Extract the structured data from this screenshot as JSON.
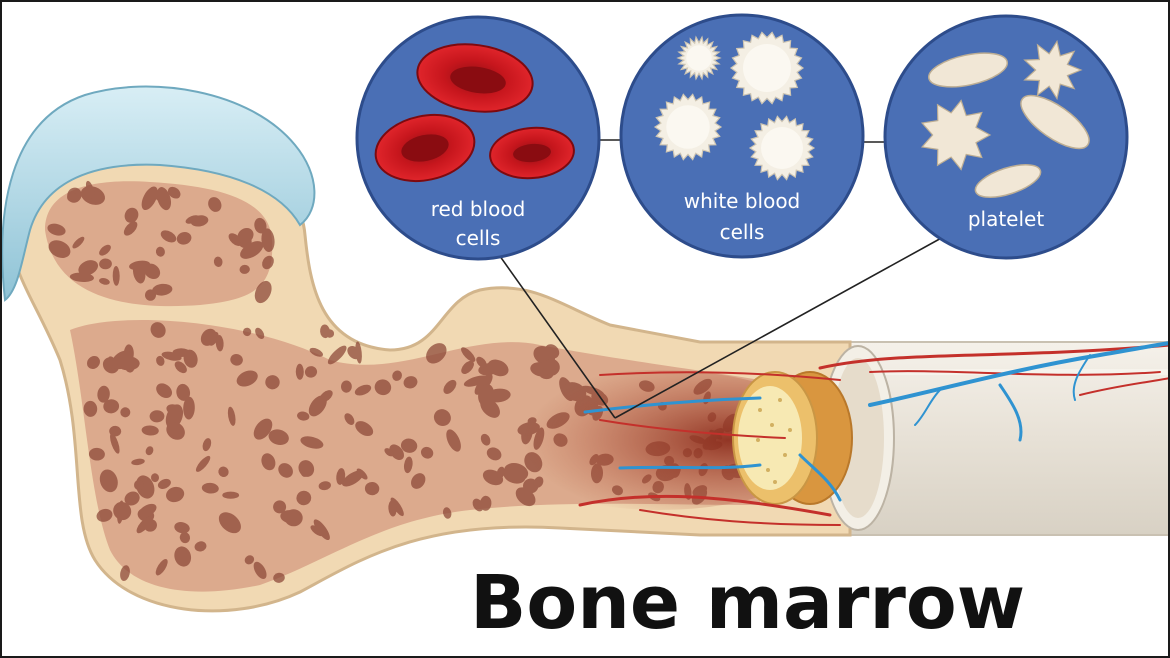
{
  "title": "Bone marrow",
  "circles": [
    {
      "id": "red",
      "label_lines": [
        "red blood",
        "cells"
      ],
      "cell_icon": "red-blood-cell-icon"
    },
    {
      "id": "white",
      "label_lines": [
        "white blood",
        "cells"
      ],
      "cell_icon": "white-blood-cell-icon"
    },
    {
      "id": "platelet",
      "label_lines": [
        "platelet"
      ],
      "cell_icon": "platelet-icon"
    }
  ],
  "colors": {
    "circle_fill": "#4a6fb5",
    "cartilage": "#a9d3e1",
    "bone_outer": "#f1d9b3",
    "spongy": "#d9a488",
    "pore": "#8e4a3a",
    "marrow": "#9b3b27",
    "vessel_red": "#c4302b",
    "vessel_blue": "#2f93d1",
    "shaft": "#e9e4da",
    "title_text": "#111111"
  }
}
